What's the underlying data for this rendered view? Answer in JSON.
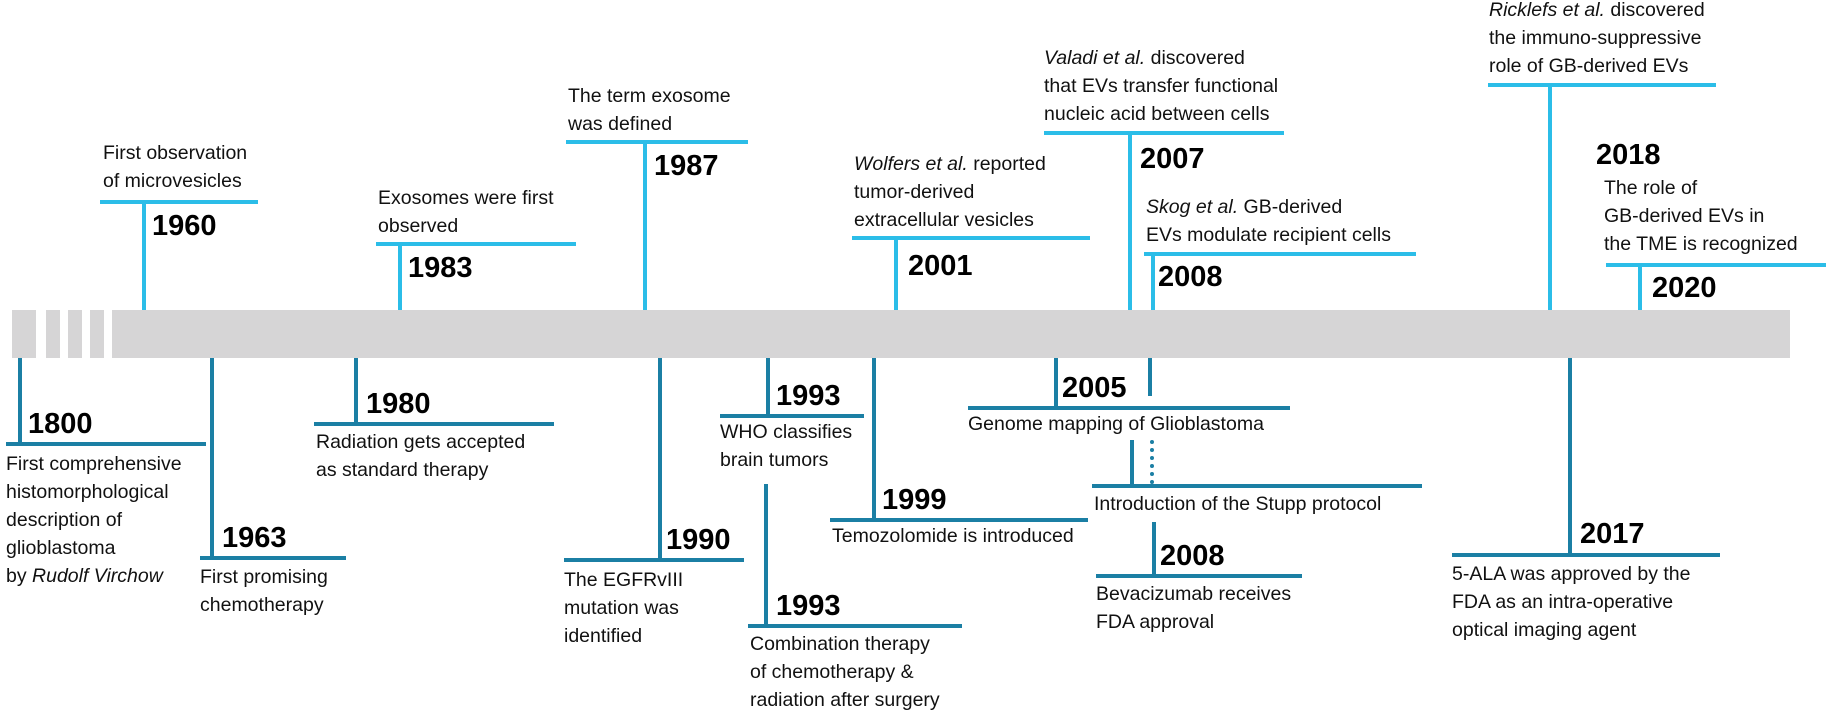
{
  "events_above": [
    {
      "year": "1960",
      "lines": [
        "First observation",
        "of microvesicles"
      ]
    },
    {
      "year": "1983",
      "lines": [
        "Exosomes were first",
        "observed"
      ]
    },
    {
      "year": "1987",
      "lines": [
        "The term exosome",
        "was defined"
      ]
    },
    {
      "year": "2001",
      "lines": [
        "Wolfers et al. reported",
        "tumor-derived",
        "extracellular vesicles"
      ],
      "italic_prefix": "Wolfers et al."
    },
    {
      "year": "2007",
      "lines": [
        "Valadi et al. discovered",
        "that EVs transfer functional",
        "nucleic acid between cells"
      ],
      "italic_prefix": "Valadi et al."
    },
    {
      "year": "2008",
      "lines": [
        "Skog et al. GB-derived",
        "EVs modulate recipient cells"
      ],
      "italic_prefix": "Skog et al."
    },
    {
      "year": "2018",
      "lines": [
        "Ricklefs et al. discovered",
        "the immuno-suppressive",
        "role of GB-derived EVs"
      ],
      "italic_prefix": "Ricklefs et al."
    },
    {
      "year": "2020",
      "lines": [
        "The role of",
        "GB-derived EVs in",
        "the TME is recognized"
      ]
    }
  ],
  "events_below": [
    {
      "year": "1800",
      "lines": [
        "First comprehensive",
        "histomorphological",
        "description of",
        "glioblastoma",
        "by Rudolf Virchow"
      ],
      "italic_suffix": "Rudolf Virchow"
    },
    {
      "year": "1963",
      "lines": [
        "First promising",
        "chemotherapy"
      ]
    },
    {
      "year": "1980",
      "lines": [
        "Radiation gets accepted",
        "as standard therapy"
      ]
    },
    {
      "year": "1990",
      "lines": [
        "The EGFRvIII",
        "mutation was",
        "identified"
      ]
    },
    {
      "year": "1993",
      "lines": [
        "WHO classifies",
        "brain tumors"
      ]
    },
    {
      "year": "1993",
      "lines": [
        "Combination therapy",
        "of chemotherapy &",
        "radiation after surgery"
      ]
    },
    {
      "year": "1999",
      "lines": [
        "Temozolomide is introduced"
      ]
    },
    {
      "year": "2005",
      "lines": [
        "Genome mapping of Glioblastoma"
      ]
    },
    {
      "year": "",
      "lines": [
        "Introduction of the Stupp protocol"
      ]
    },
    {
      "year": "2008",
      "lines": [
        "Bevacizumab receives",
        "FDA approval"
      ]
    },
    {
      "year": "2017",
      "lines": [
        "5-ALA was approved by the",
        "FDA as an intra-operative",
        "optical imaging agent"
      ]
    }
  ],
  "colors": {
    "above": "#2bbde8",
    "below": "#1b7fa4",
    "bar": "#d6d5d6"
  }
}
